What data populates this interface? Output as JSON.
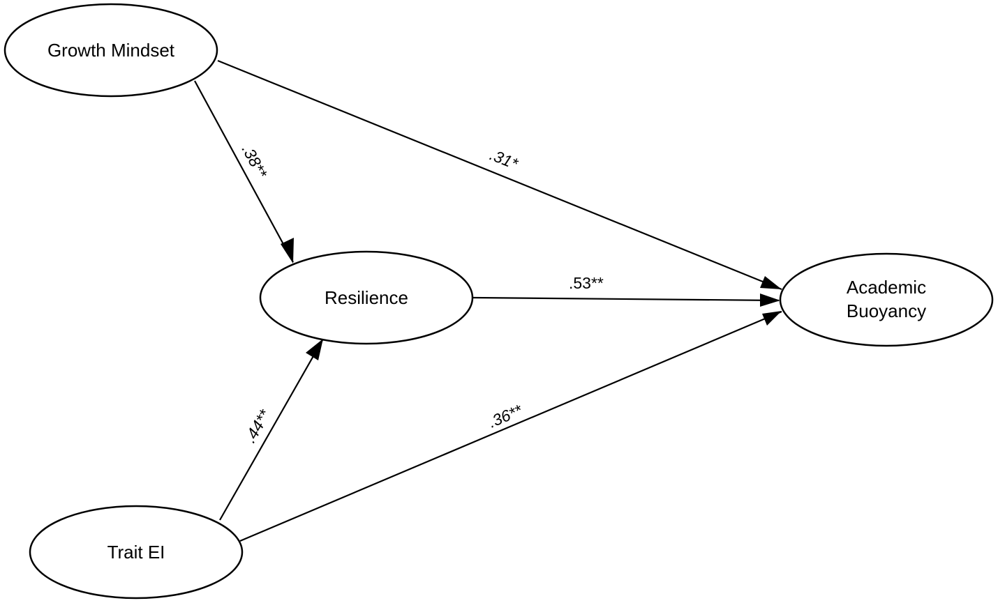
{
  "diagram": {
    "nodes": {
      "growth_mindset": {
        "lines": [
          "Growth Mindset"
        ]
      },
      "resilience": {
        "lines": [
          "Resilience"
        ]
      },
      "trait_ei": {
        "lines": [
          "Trait EI"
        ]
      },
      "academic_buoyancy": {
        "lines": [
          "Academic",
          "Buoyancy"
        ]
      }
    },
    "edges": [
      {
        "from": "growth_mindset",
        "to": "resilience",
        "label": ".38**"
      },
      {
        "from": "growth_mindset",
        "to": "academic_buoyancy",
        "label": ".31*"
      },
      {
        "from": "resilience",
        "to": "academic_buoyancy",
        "label": ".53**"
      },
      {
        "from": "trait_ei",
        "to": "resilience",
        "label": ".44**"
      },
      {
        "from": "trait_ei",
        "to": "academic_buoyancy",
        "label": ".36**"
      }
    ],
    "colors": {
      "stroke": "#000000",
      "background": "#ffffff"
    }
  }
}
